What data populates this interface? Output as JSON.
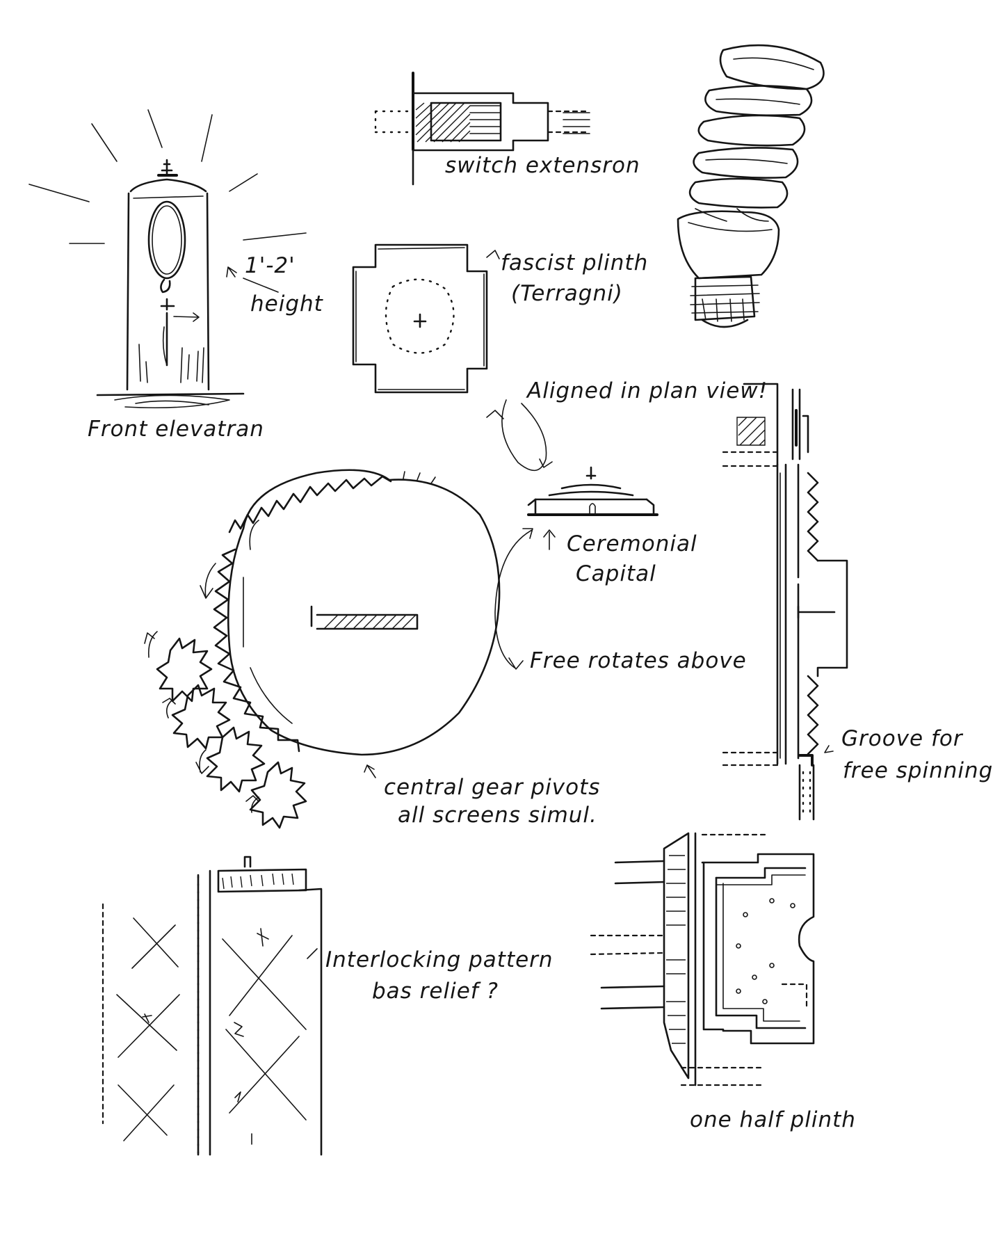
{
  "labels": {
    "switch_extension": "switch extensron",
    "fascist_plinth_1": "fascist plinth",
    "fascist_plinth_2": "(Terragni)",
    "height_1": "1'-2'",
    "height_2": "height",
    "front_elevation": "Front elevatran",
    "aligned": "Aligned in plan view!",
    "ceremonial_1": "Ceremonial",
    "ceremonial_2": "Capital",
    "free_rotates": "Free rotates above",
    "groove_1": "Groove for",
    "groove_2": "free spinning",
    "central_gear_1": "central gear pivots",
    "central_gear_2": "all screens simul.",
    "interlocking_1": "Interlocking pattern",
    "interlocking_2": "bas relief ?",
    "half_plinth": "one half plinth"
  },
  "colors": {
    "ink": "#151515",
    "paper": "#ffffff"
  }
}
